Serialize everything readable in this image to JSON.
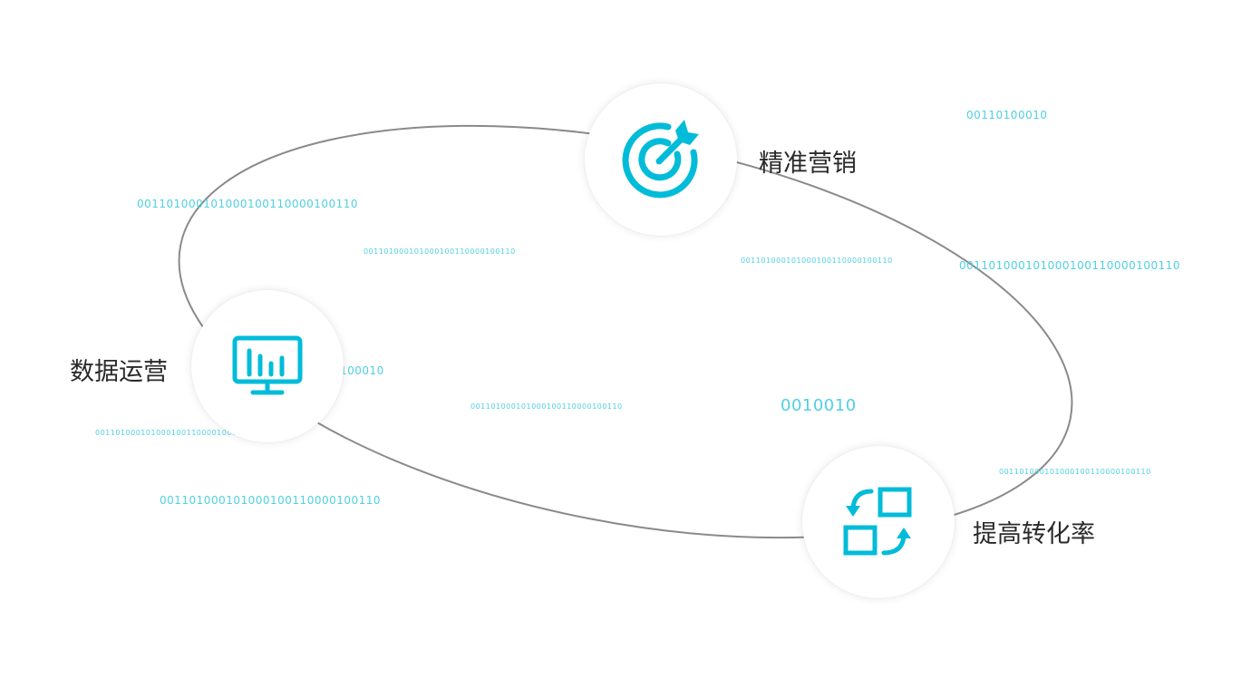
{
  "binary": [
    "00110100010",
    "001101000101000100110000100110",
    "001101000101000100110000100110",
    "001101000101000100110000100110",
    "001101000101000100110000100110",
    "100010",
    "001101000101000100110000100110",
    "0010010",
    "001101000101000100110000100110",
    "001101000101000100110000100110",
    "001101000101000100110000100110"
  ],
  "nodes": {
    "marketing": {
      "label": "精准营销",
      "icon": "target-arrow-icon"
    },
    "operations": {
      "label": "数据运营",
      "icon": "monitor-chart-icon"
    },
    "conversion": {
      "label": "提高转化率",
      "icon": "convert-squares-icon"
    }
  },
  "colors": {
    "accent": "#00bcd9",
    "ring": "#8a8a8a",
    "binary": "#4fd0e2"
  }
}
